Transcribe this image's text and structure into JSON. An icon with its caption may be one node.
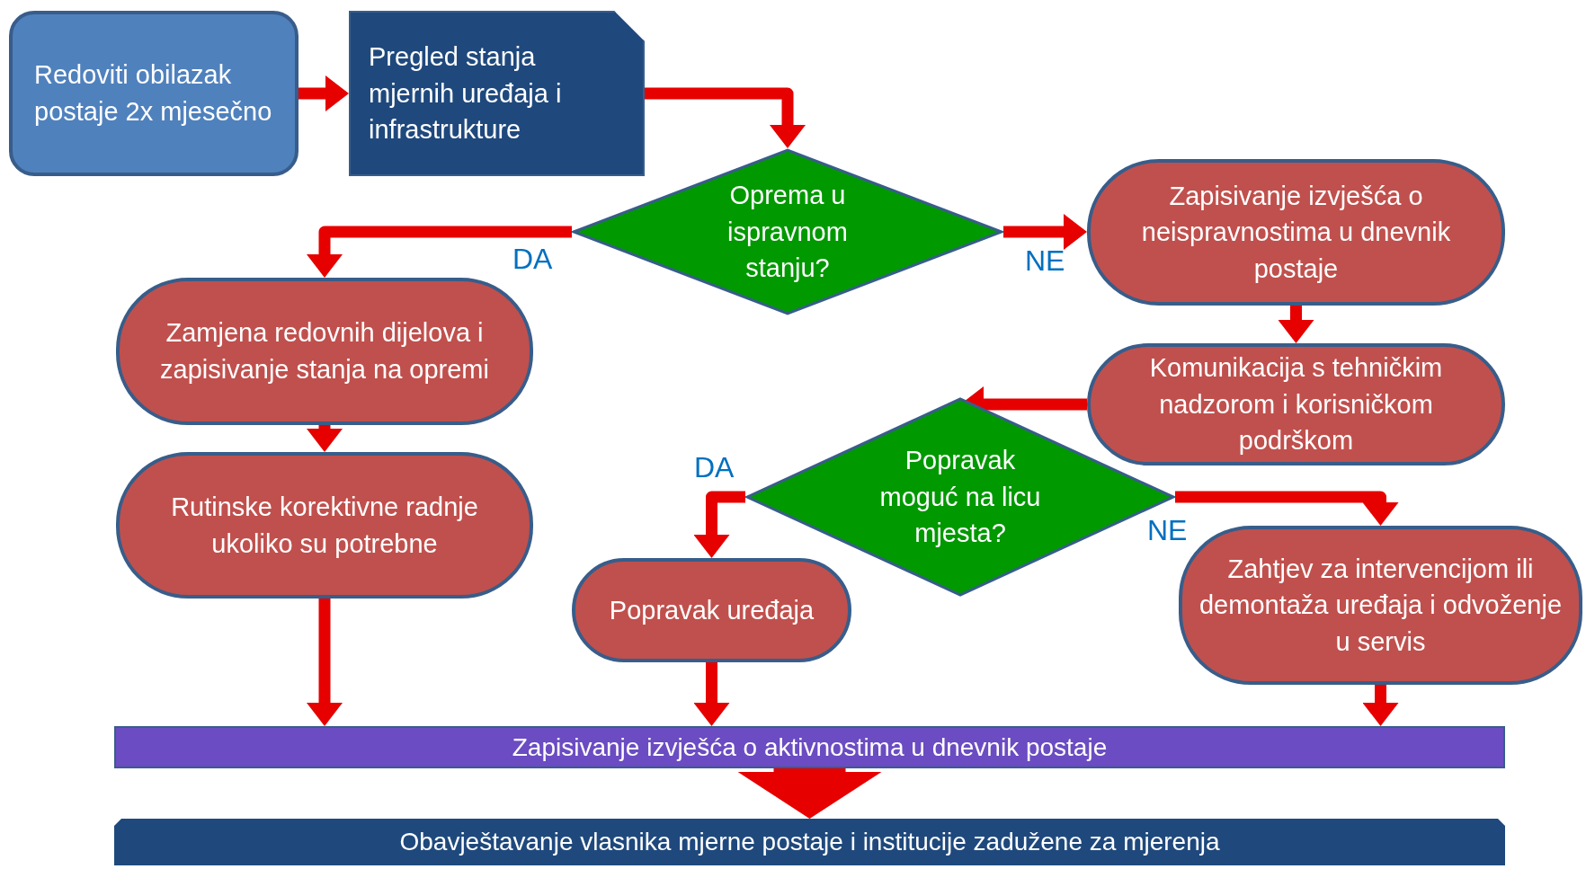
{
  "diagram": {
    "nodes": [
      {
        "text": [
          "Redoviti obilazak postaje 2x mjesečno"
        ]
      },
      {
        "text": [
          "Pregled stanja mjernih uređaja i infrastrukture"
        ]
      },
      {
        "text": [
          "Oprema u ispravnom stanju?"
        ]
      },
      {
        "text": [
          "Zapisivanje izvješća o neispravnostima u dnevnik postaje"
        ]
      },
      {
        "text": [
          "Zamjena redovnih dijelova i zapisivanje stanja na opremi"
        ]
      },
      {
        "text": [
          "Komunikacija s tehničkim nadzorom i korisničkom podrškom"
        ]
      },
      {
        "text": [
          "Popravak moguć na licu mjesta?"
        ]
      },
      {
        "text": [
          "Rutinske korektivne radnje ukoliko su potrebne"
        ]
      },
      {
        "text": [
          "Popravak uređaja"
        ]
      },
      {
        "text": [
          "Zahtjev za intervencijom ili demontaža uređaja i odvoženje u servis"
        ]
      },
      {
        "text": [
          "Zapisivanje izvješća o aktivnostima u dnevnik postaje"
        ]
      },
      {
        "text": [
          "Obavještavanje vlasnika mjerne postaje i institucije zadužene za mjerenja"
        ]
      }
    ],
    "edges": [
      {
        "from": 0,
        "to": 1,
        "arrow": "to"
      },
      {
        "from": 1,
        "to": 2,
        "arrow": "to"
      },
      {
        "from": 2,
        "to": 4,
        "arrow": "to",
        "label": "DA"
      },
      {
        "from": 2,
        "to": 3,
        "arrow": "to",
        "label": "NE"
      },
      {
        "from": 3,
        "to": 5,
        "arrow": "to"
      },
      {
        "from": 5,
        "to": 6,
        "arrow": "to"
      },
      {
        "from": 6,
        "to": 8,
        "arrow": "to",
        "label": "DA"
      },
      {
        "from": 6,
        "to": 9,
        "arrow": "to",
        "label": "NE"
      },
      {
        "from": 4,
        "to": 7,
        "arrow": "to"
      },
      {
        "from": 7,
        "to": 10,
        "arrow": "to"
      },
      {
        "from": 8,
        "to": 10,
        "arrow": "to"
      },
      {
        "from": 9,
        "to": 10,
        "arrow": "to"
      },
      {
        "from": 10,
        "to": 11,
        "arrow": "to",
        "style": "thick"
      }
    ]
  }
}
